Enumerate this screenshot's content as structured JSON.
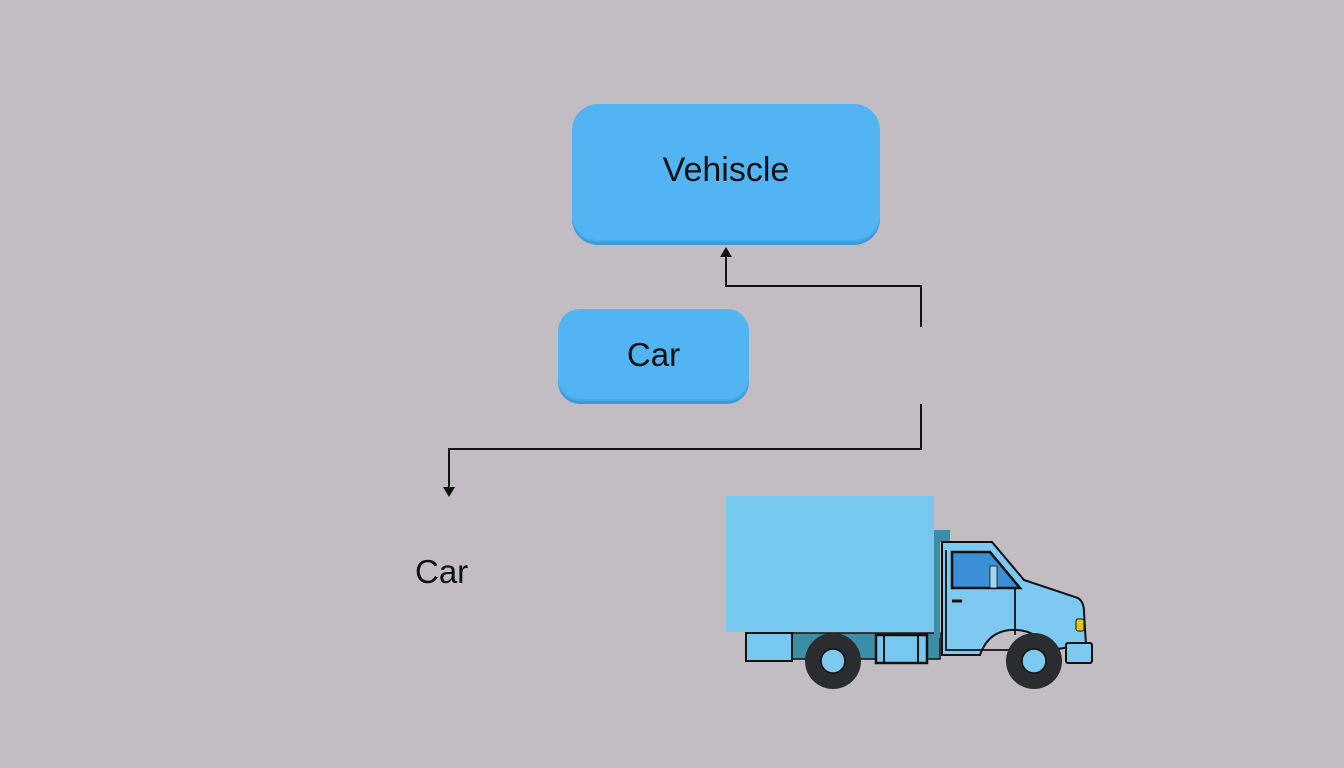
{
  "diagram": {
    "nodes": [
      {
        "id": "vehicle",
        "label": "Vehiscle",
        "shape": "rounded-rectangle",
        "fill": "#52b4f3"
      },
      {
        "id": "car",
        "label": "Car",
        "shape": "rounded-rectangle",
        "fill": "#52b4f3"
      }
    ],
    "free_labels": [
      {
        "id": "car-label",
        "text": "Car"
      }
    ],
    "connectors": [
      {
        "from": "right-gap",
        "to": "vehicle",
        "style": "elbow",
        "arrowhead": "end"
      },
      {
        "from": "right-gap",
        "to": "car-label",
        "style": "elbow",
        "arrowhead": "end"
      }
    ],
    "illustrations": [
      {
        "id": "truck",
        "description": "box truck illustration",
        "body_color": "#77c8ee",
        "cab_color": "#7ec9ef",
        "window_color": "#3a8fd6",
        "tire_color": "#2a2c30",
        "light_color": "#e6c419"
      }
    ],
    "background_color": "#c1bdc3",
    "line_color": "#111111"
  }
}
